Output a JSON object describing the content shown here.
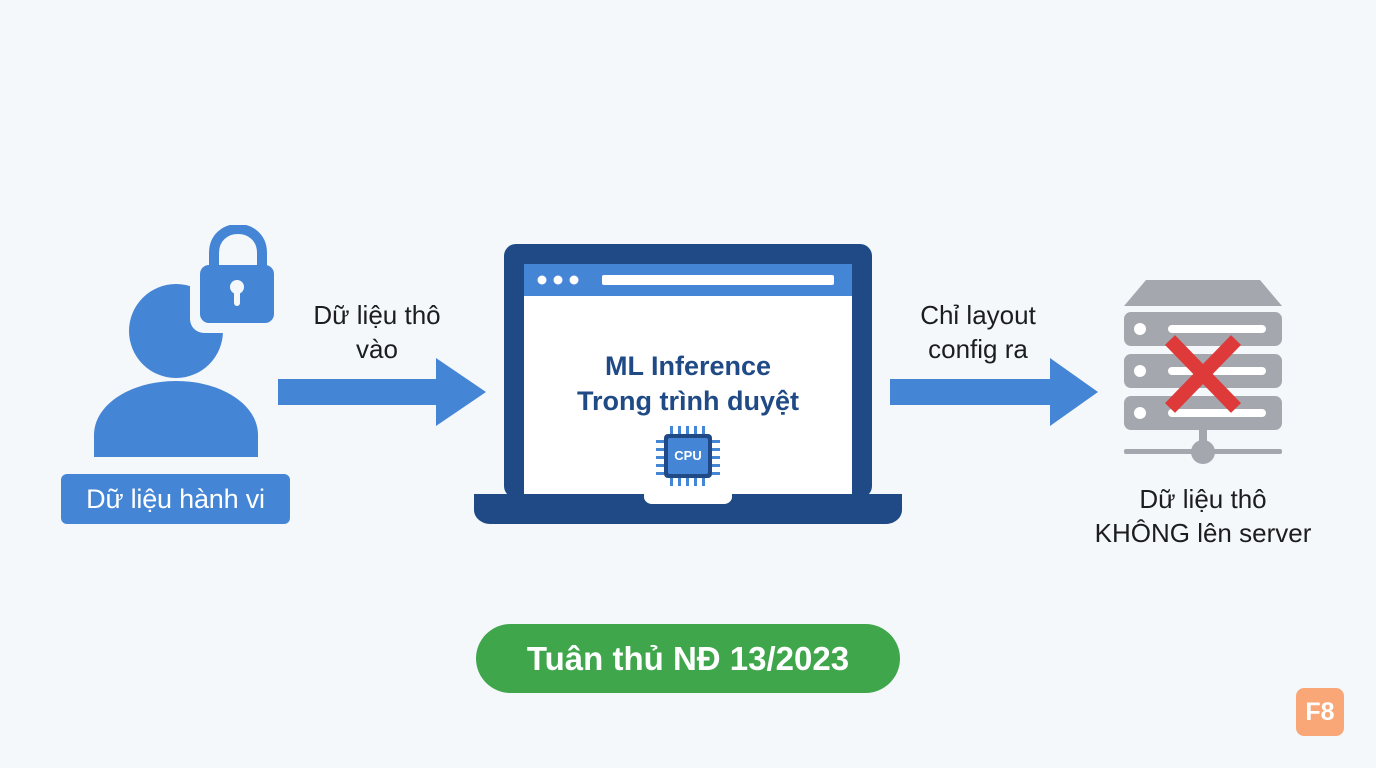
{
  "user": {
    "label": "Dữ liệu hành vi",
    "icon": "user-icon",
    "lock_icon": "padlock-icon"
  },
  "flow_in": {
    "line1": "Dữ liệu thô",
    "line2": "vào"
  },
  "laptop": {
    "icon": "laptop-icon",
    "line1": "ML Inference",
    "line2": "Trong trình duyệt",
    "chip_label": "CPU",
    "chip_icon": "cpu-chip-icon"
  },
  "flow_out": {
    "line1": "Chỉ layout",
    "line2": "config ra"
  },
  "server": {
    "icon": "server-icon",
    "cross_icon": "red-x-icon",
    "line1": "Dữ liệu thô",
    "line2": "KHÔNG lên server"
  },
  "compliance": {
    "label": "Tuân thủ NĐ 13/2023"
  },
  "logo": {
    "text": "F8"
  },
  "colors": {
    "background": "#f4f8fb",
    "primary_blue": "#4585d6",
    "dark_navy": "#1f4a86",
    "server_gray": "#a4a8ae",
    "cross_red": "#de3a3a",
    "compliance_green": "#3fa64b",
    "logo_orange": "#f9a777"
  }
}
